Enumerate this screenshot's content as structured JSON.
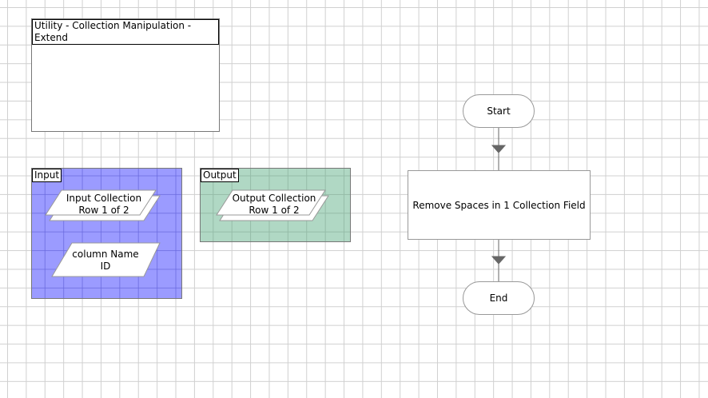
{
  "page_title": "Utility - Collection Manipulation - Extend",
  "input_region": {
    "label": "Input",
    "items": [
      {
        "name": "Input Collection",
        "value": "Row 1 of 2",
        "type": "collection"
      },
      {
        "name": "column Name",
        "value": "ID",
        "type": "data"
      }
    ]
  },
  "output_region": {
    "label": "Output",
    "items": [
      {
        "name": "Output Collection",
        "value": "Row 1 of 2",
        "type": "collection"
      }
    ]
  },
  "flow": {
    "start": "Start",
    "process": "Remove Spaces in 1 Collection Field",
    "end": "End"
  },
  "colors": {
    "input_region": "#9999ff",
    "output_region": "#b0d8c4"
  }
}
